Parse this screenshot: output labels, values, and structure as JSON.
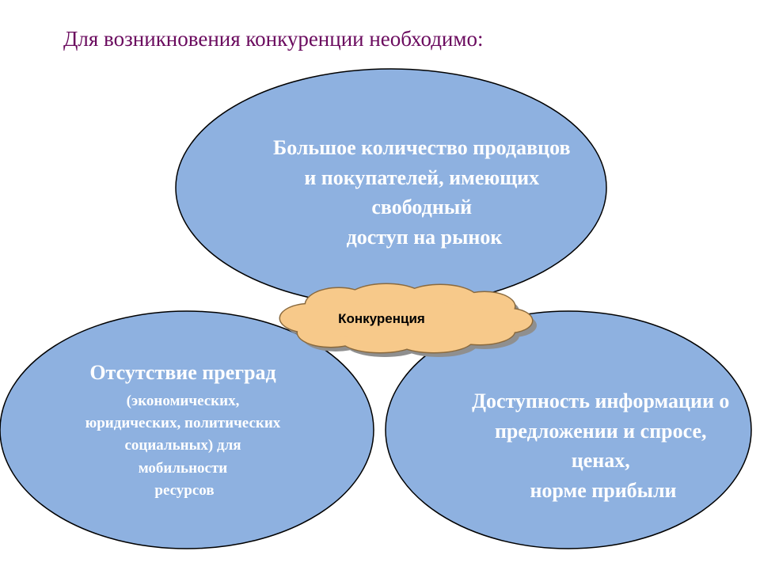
{
  "title": "Для возникновения конкуренции необходимо:",
  "colors": {
    "title": "#6a0a5e",
    "ellipse_fill": "#8eb1e0",
    "ellipse_stroke": "#000000",
    "cloud_fill": "#f7c98a",
    "text": "#ffffff"
  },
  "center": {
    "label": "Конкуренция",
    "shape": "cloud"
  },
  "conditions": [
    {
      "lines": [
        "Большое количество продавцов",
        "и покупателей, имеющих",
        "свободный",
        "доступ на рынок"
      ]
    },
    {
      "lines": [
        "Отсутствие преград",
        "(экономических,",
        "юридических, политических",
        "социальных) для",
        "мобильности",
        "ресурсов"
      ]
    },
    {
      "lines": [
        "Доступность информации о",
        "предложении и спросе,",
        "ценах,",
        "норме прибыли"
      ]
    }
  ]
}
